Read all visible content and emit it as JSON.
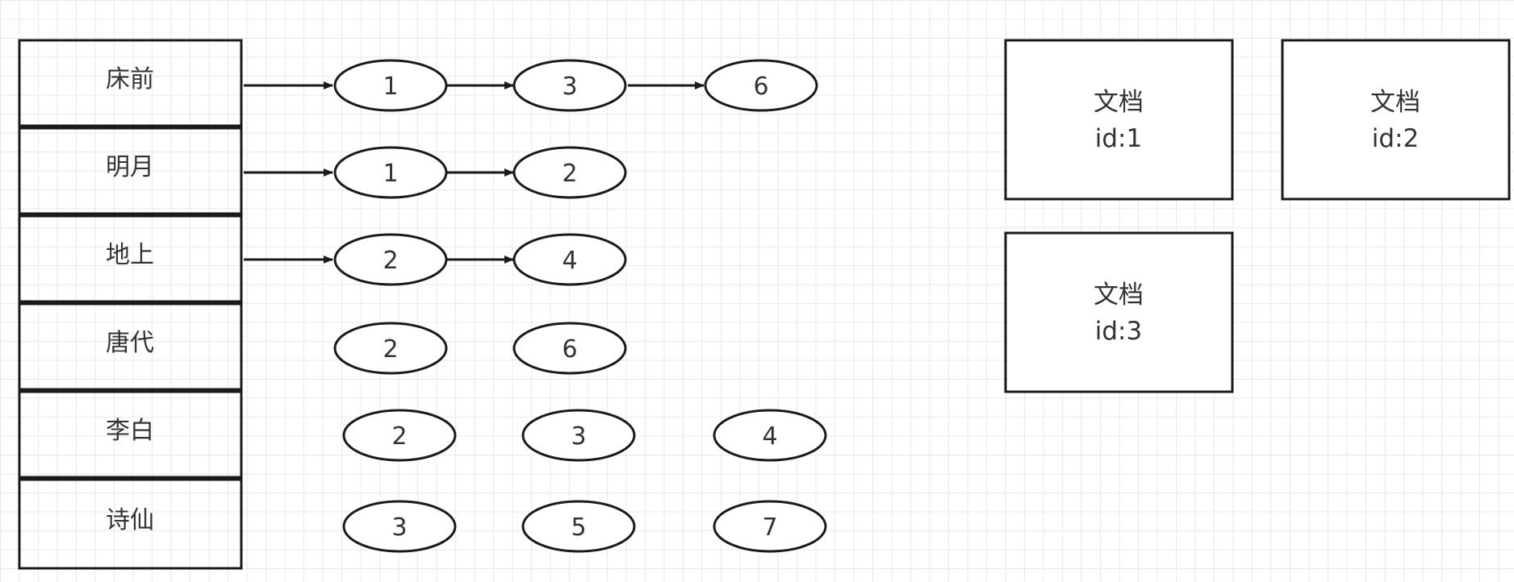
{
  "colors": {
    "stroke": "#1a1a1a",
    "text": "#333333",
    "grid": "#e9e9e9",
    "background": "#ffffff"
  },
  "terms": [
    {
      "label": "床前",
      "postings": [
        "1",
        "3",
        "6"
      ],
      "arrows": true
    },
    {
      "label": "明月",
      "postings": [
        "1",
        "2"
      ],
      "arrows": true
    },
    {
      "label": "地上",
      "postings": [
        "2",
        "4"
      ],
      "arrows": true
    },
    {
      "label": "唐代",
      "postings": [
        "2",
        "6"
      ],
      "arrows": false
    },
    {
      "label": "李白",
      "postings": [
        "2",
        "3",
        "4"
      ],
      "arrows": false
    },
    {
      "label": "诗仙",
      "postings": [
        "3",
        "5",
        "7"
      ],
      "arrows": false
    }
  ],
  "documents": [
    {
      "title": "文档",
      "id": "id:1"
    },
    {
      "title": "文档",
      "id": "id:2"
    },
    {
      "title": "文档",
      "id": "id:3"
    }
  ]
}
